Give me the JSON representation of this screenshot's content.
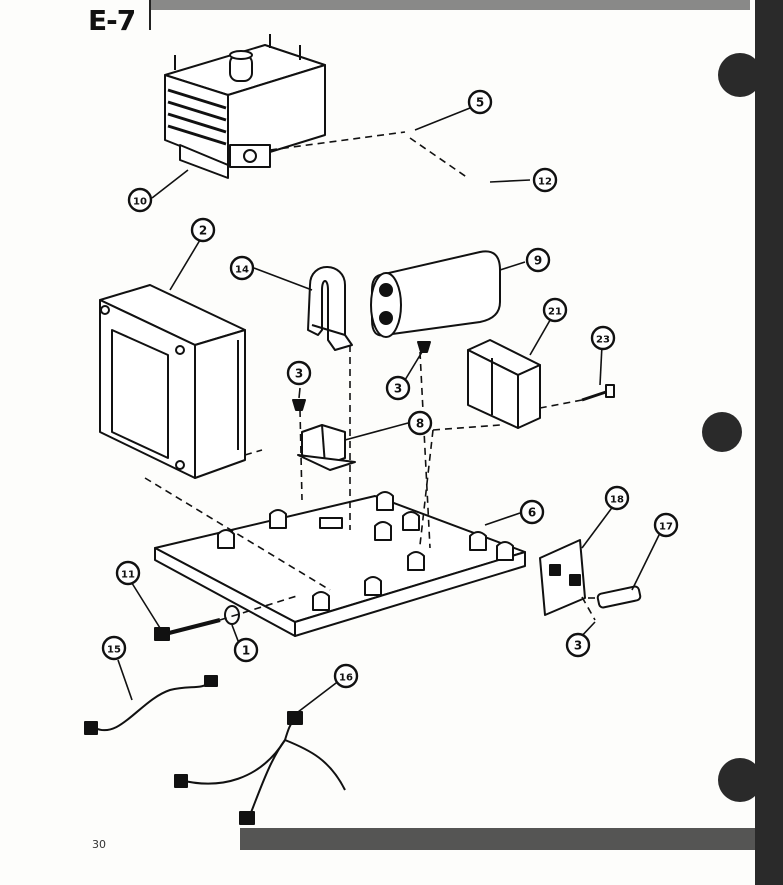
{
  "page_id": "E-7",
  "footer_mark": "30",
  "callouts": [
    {
      "id": "c5",
      "label": "5"
    },
    {
      "id": "c12",
      "label": "12"
    },
    {
      "id": "c10",
      "label": "10"
    },
    {
      "id": "c2",
      "label": "2"
    },
    {
      "id": "c14",
      "label": "14"
    },
    {
      "id": "c9",
      "label": "9"
    },
    {
      "id": "c21",
      "label": "21"
    },
    {
      "id": "c23",
      "label": "23"
    },
    {
      "id": "c3a",
      "label": "3"
    },
    {
      "id": "c3b",
      "label": "3"
    },
    {
      "id": "c8",
      "label": "8"
    },
    {
      "id": "c6",
      "label": "6"
    },
    {
      "id": "c18",
      "label": "18"
    },
    {
      "id": "c17",
      "label": "17"
    },
    {
      "id": "c11",
      "label": "11"
    },
    {
      "id": "c1",
      "label": "1"
    },
    {
      "id": "c3c",
      "label": "3"
    },
    {
      "id": "c15",
      "label": "15"
    },
    {
      "id": "c16",
      "label": "16"
    }
  ],
  "colors": {
    "ink": "#111111",
    "paper": "#fdfdfb",
    "noise": "#2a2a2a"
  }
}
